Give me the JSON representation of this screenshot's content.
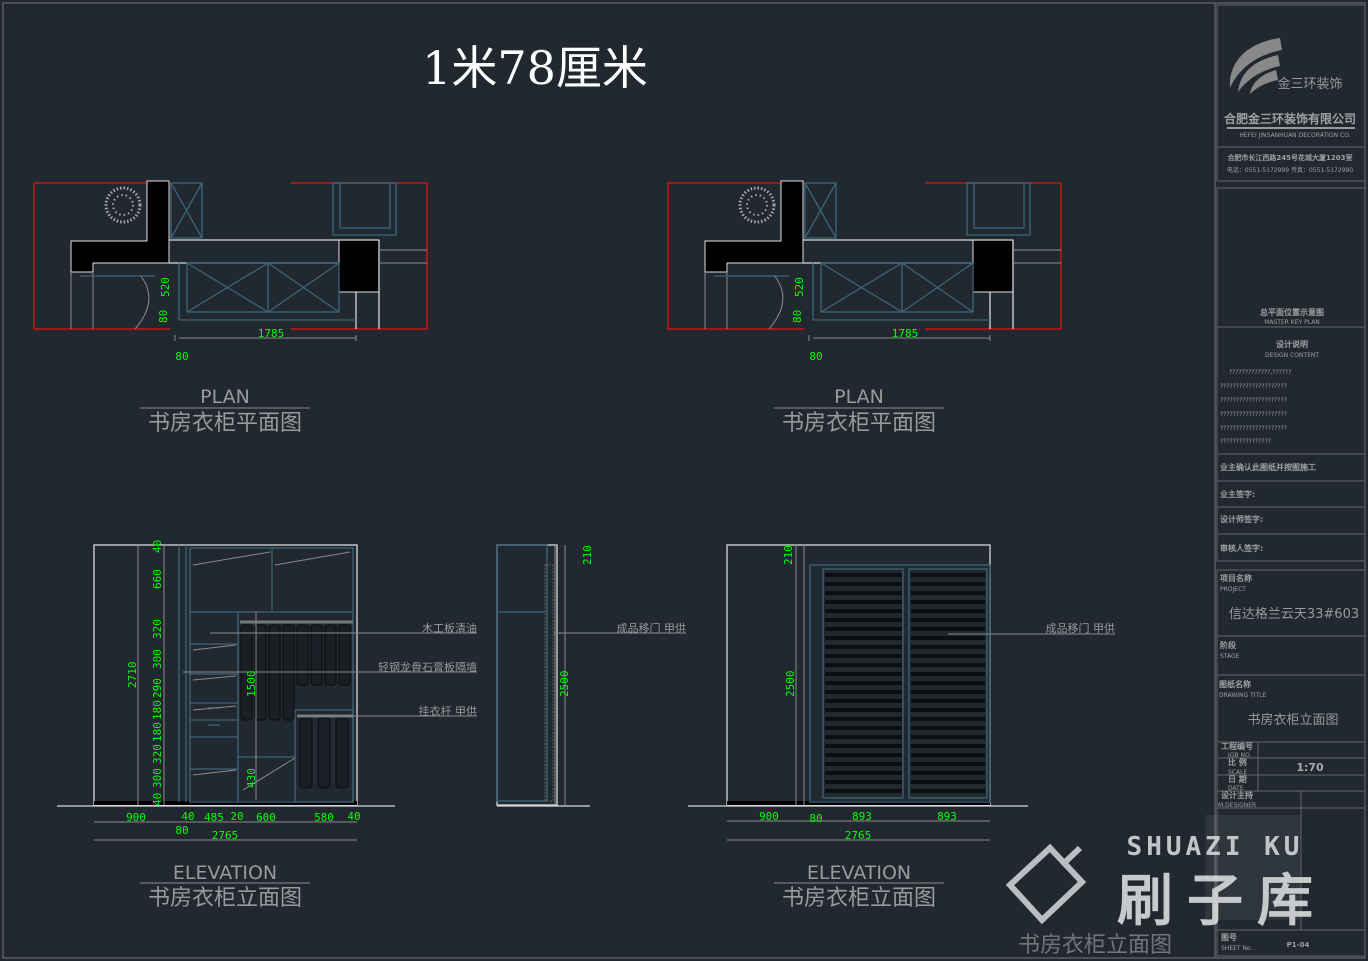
{
  "title": "1米78厘米",
  "plans": [
    {
      "label_en": "PLAN",
      "label_cn": "书房衣柜平面图",
      "dims": [
        "520",
        "80",
        "1785",
        "80"
      ]
    },
    {
      "label_en": "PLAN",
      "label_cn": "书房衣柜平面图",
      "dims": [
        "520",
        "80",
        "1785",
        "80"
      ]
    }
  ],
  "elevation_left": {
    "label_en": "ELEVATION",
    "label_cn": "书房衣柜立面图",
    "vertical_dims": [
      "40",
      "660",
      "320",
      "300",
      "290",
      "180",
      "180",
      "320",
      "300",
      "40"
    ],
    "total_height": "2710",
    "inner_dims": [
      "1500",
      "430"
    ],
    "horizontal_dims": [
      "900",
      "40",
      "485",
      "20",
      "600",
      "580",
      "40"
    ],
    "sub_dim": "80",
    "total_width": "2765",
    "callouts": [
      "木工板清油",
      "轻钢龙骨石膏板隔墙",
      "挂衣杆  甲供"
    ]
  },
  "section": {
    "dims": [
      "210",
      "2500"
    ],
    "callout": "成品移门  甲供"
  },
  "elevation_right": {
    "label_en": "ELEVATION",
    "label_cn": "书房衣柜立面图",
    "vertical_dims": [
      "210",
      "2500"
    ],
    "horizontal_dims": [
      "900",
      "80",
      "893",
      "893"
    ],
    "total_width": "2765",
    "callout": "成品移门  甲供"
  },
  "title_block": {
    "logo_text": "金三环装饰",
    "company_cn": "合肥金三环装饰有限公司",
    "company_en": "HEFEI JINSANHUAN DECORATION CO.",
    "address": "合肥市长江西路245号花城大厦1203室",
    "phone": "电话：0551-5172999    传真：0551-5172990",
    "key_plan_cn": "总平面位置示意图",
    "key_plan_en": "MASTER KEY PLAN",
    "design_cn": "设计说明",
    "design_en": "DESIGN CONTENT",
    "design_lines": [
      "?????????????,??????",
      "?????????????????????",
      "?????????????????????",
      "?????????????????????",
      "?????????????????????",
      "????????????????"
    ],
    "notice": "业主确认此图纸并按图施工",
    "sign_owner": "业主签字:",
    "sign_designer": "设计师签字:",
    "sign_reviewer": "审核人签字:",
    "project_cn": "项目名称",
    "project_en": "PROJECT",
    "project_value": "信达格兰云天33#603",
    "stage_cn": "阶段",
    "stage_en": "STAGE",
    "drawing_title_cn": "图纸名称",
    "drawing_title_en": "DRAWING TITLE",
    "drawing_title_value": "书房衣柜立面图",
    "job_cn": "工程编号",
    "job_en": "JOB NO.",
    "scale_cn": "比 例",
    "scale_en": "SCALE",
    "scale_value": "1:70",
    "date_cn": "日 期",
    "date_en": "DATE",
    "designer_cn": "设计主持",
    "designer_en": "M.DESIGNER",
    "sheet_cn": "图号",
    "sheet_en": "SHEET No.",
    "sheet_value": "P1-04"
  },
  "watermark": {
    "latin": "SHUAZI KU",
    "cn": "刷子库",
    "ghost": "书房衣柜立面图"
  },
  "colors": {
    "background": "#212830",
    "dimension": "#00ff00",
    "cabinet": "#3d6577",
    "boundary": "#c81414",
    "label": "#9a9a9a"
  }
}
